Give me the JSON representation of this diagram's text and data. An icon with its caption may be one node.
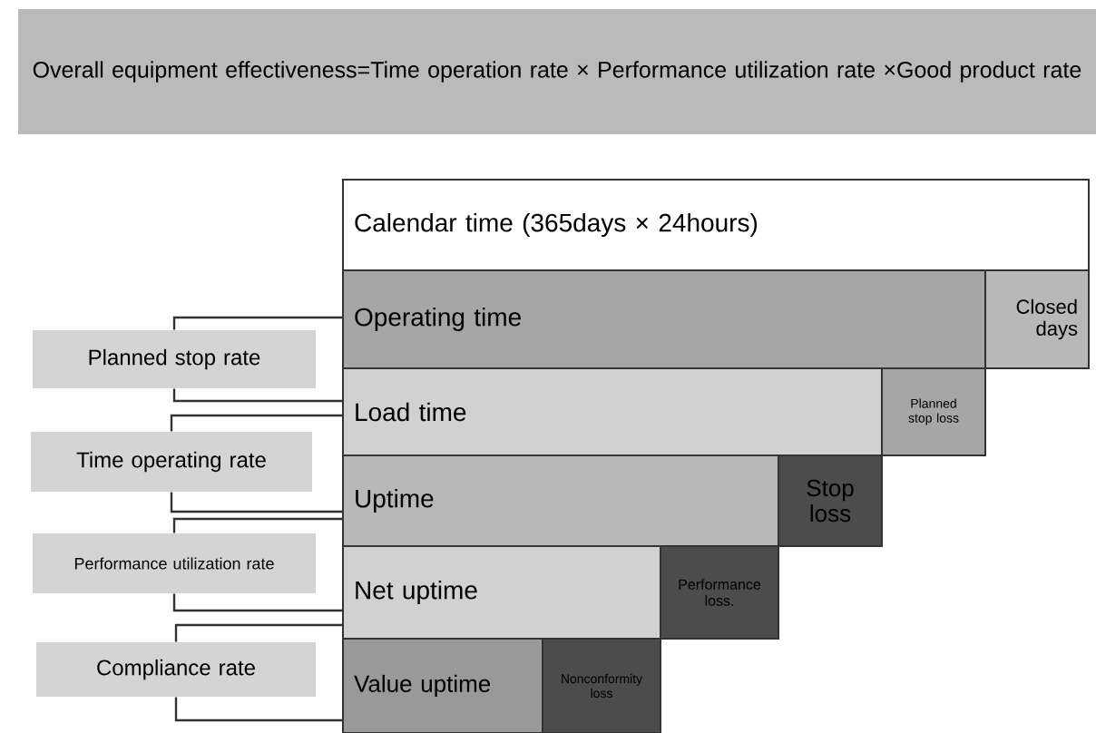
{
  "diagram": {
    "title": "Overall equipment effectiveness=Time  operation rate × Performance utilization rate ×Good product rate",
    "nodes": [
      {
        "text": [
          "Calendar time (365days × 24hours)"
        ]
      },
      {
        "text": [
          "Operating time"
        ]
      },
      {
        "text": [
          "Closed days"
        ]
      },
      {
        "text": [
          "Load time"
        ]
      },
      {
        "text": [
          "Planned stop loss"
        ]
      },
      {
        "text": [
          "Uptime"
        ]
      },
      {
        "text": [
          "Stop loss"
        ]
      },
      {
        "text": [
          "Net uptime"
        ]
      },
      {
        "text": [
          "Performance loss."
        ]
      },
      {
        "text": [
          "Value uptime"
        ]
      },
      {
        "text": [
          "Nonconformity loss"
        ]
      },
      {
        "text": [
          "Planned stop rate"
        ]
      },
      {
        "text": [
          "Time operating rate"
        ]
      },
      {
        "text": [
          "Performance utilization rate"
        ]
      },
      {
        "text": [
          "Compliance rate"
        ]
      }
    ],
    "edges": [
      {
        "from": 11,
        "to": 1,
        "arrow": "none"
      },
      {
        "from": 11,
        "to": 3,
        "arrow": "none"
      },
      {
        "from": 12,
        "to": 3,
        "arrow": "none"
      },
      {
        "from": 12,
        "to": 5,
        "arrow": "none"
      },
      {
        "from": 13,
        "to": 5,
        "arrow": "none"
      },
      {
        "from": 13,
        "to": 7,
        "arrow": "none"
      },
      {
        "from": 14,
        "to": 7,
        "arrow": "none"
      },
      {
        "from": 14,
        "to": 9,
        "arrow": "none"
      }
    ]
  }
}
